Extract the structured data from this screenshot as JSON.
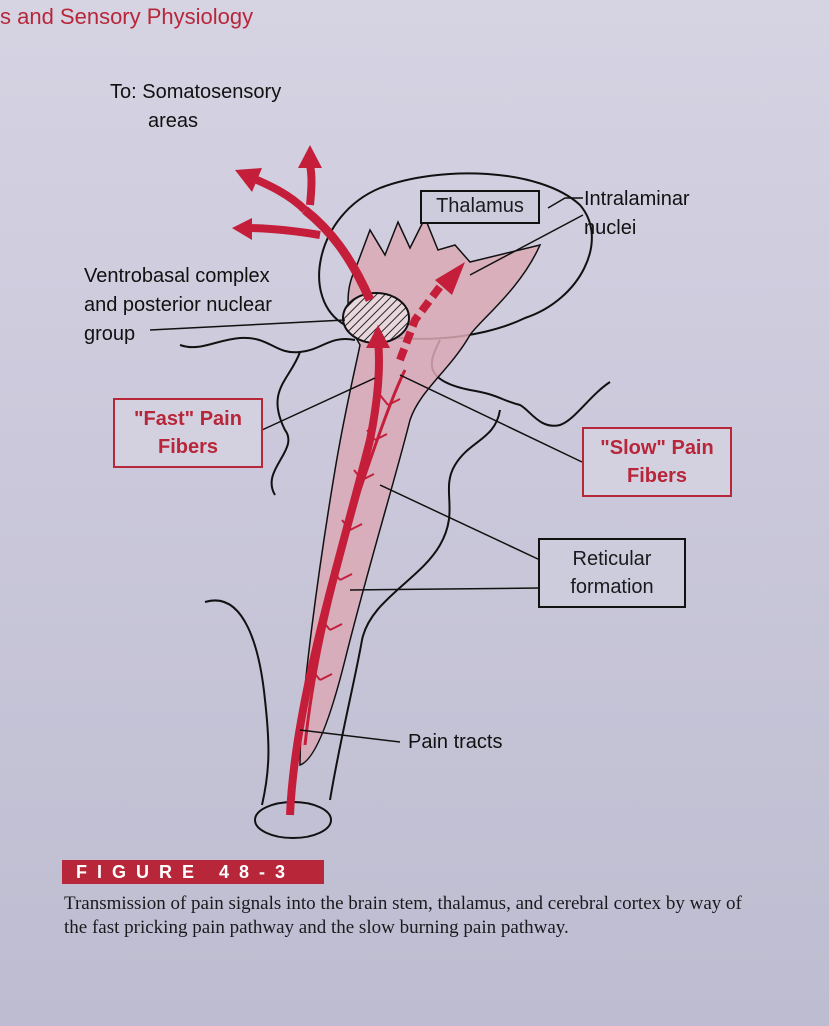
{
  "header": {
    "running_title": "s and Sensory Physiology"
  },
  "labels": {
    "somatosensory_line1": "To: Somatosensory",
    "somatosensory_line2": "areas",
    "thalamus": "Thalamus",
    "intralaminar_line1": "Intralaminar",
    "intralaminar_line2": "nuclei",
    "ventrobasal_line1": "Ventrobasal complex",
    "ventrobasal_line2": "and posterior nuclear",
    "ventrobasal_line3": "group",
    "fast_line1": "\"Fast\" Pain",
    "fast_line2": "Fibers",
    "slow_line1": "\"Slow\" Pain",
    "slow_line2": "Fibers",
    "reticular_line1": "Reticular",
    "reticular_line2": "formation",
    "pain_tracts": "Pain tracts"
  },
  "figure": {
    "label": "FIGURE 48-3",
    "caption": "Transmission of pain signals into the brain stem, thalamus, and cerebral cortex by way of the fast pricking pain pathway and the slow burning pain pathway."
  },
  "colors": {
    "accent_red": "#b8263a",
    "pathway_red": "#c41e3a",
    "region_pink": "#dba9b6"
  }
}
